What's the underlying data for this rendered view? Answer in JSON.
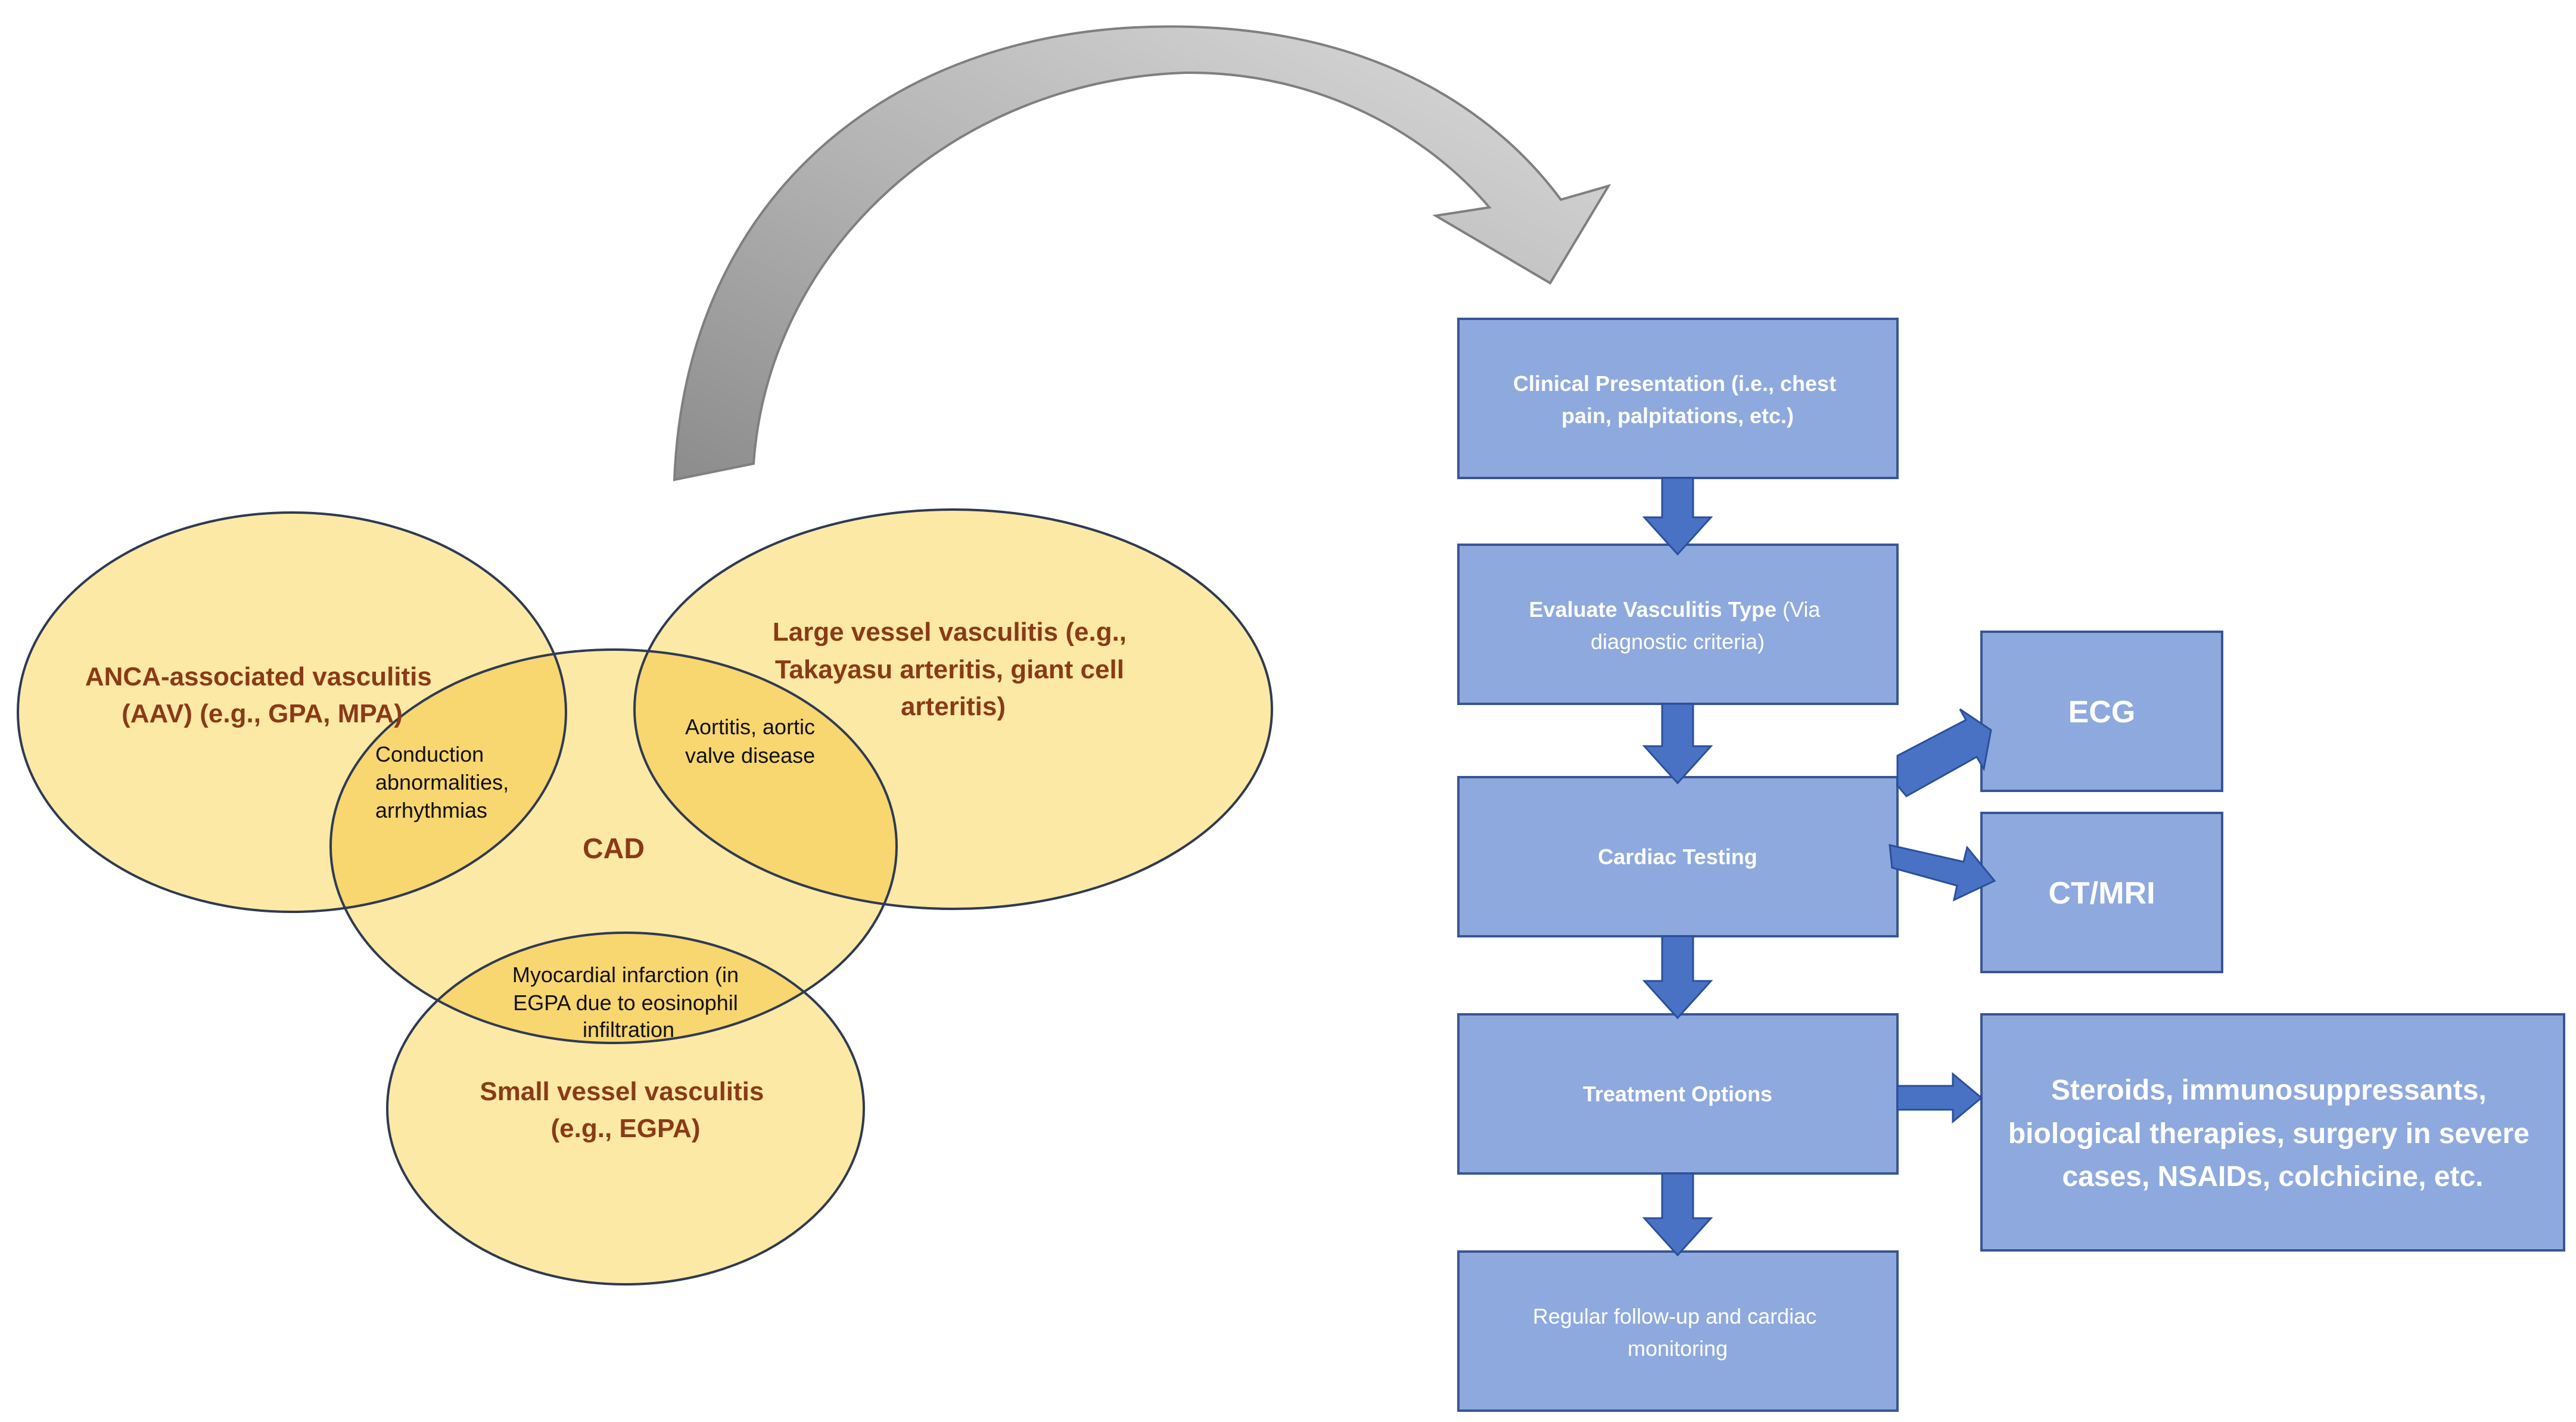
{
  "colors": {
    "ellipse_fill": "#fce9a6",
    "ellipse_overlap": "#f8d670",
    "ellipse_stroke": "#2f3a52",
    "ellipse_text": "#8a3a17",
    "box_fill": "#8ea9dd",
    "box_stroke": "#3a5594",
    "arrow_fill": "#4a72c4",
    "arrow_stroke": "#2a4f9c",
    "curved_arrow_light": "#d9d9d9",
    "curved_arrow_dark": "#8c8c8c"
  },
  "venn": {
    "anca": [
      "ANCA-associated vasculitis",
      "(AAV) (e.g., GPA, MPA)"
    ],
    "large": [
      "Large vessel vasculitis (e.g.,",
      "Takayasu arteritis, giant cell",
      "arteritis)"
    ],
    "cad": "CAD",
    "small": [
      "Small vessel vasculitis",
      "(e.g., EGPA)"
    ],
    "overlap_conduction": [
      "Conduction",
      "abnormalities,",
      "arrhythmias"
    ],
    "overlap_aortitis": [
      "Aortitis, aortic",
      "valve disease"
    ],
    "overlap_mi": [
      "Myocardial infarction (in",
      "EGPA due to eosinophil",
      "infiltration"
    ]
  },
  "flow": {
    "clinical": [
      "Clinical Presentation (i.e., chest",
      "pain, palpitations, etc.)"
    ],
    "evaluate_bold": "Evaluate Vasculitis Type",
    "evaluate_rest": " (Via",
    "evaluate_line2": "diagnostic criteria)",
    "cardiac": "Cardiac Testing",
    "treatment": "Treatment Options",
    "followup": [
      "Regular follow-up and cardiac",
      "monitoring"
    ],
    "ecg": "ECG",
    "ctmri": "CT/MRI",
    "therapies": [
      "Steroids, immunosuppressants,",
      "biological therapies, surgery in severe",
      "cases, NSAIDs, colchicine, etc."
    ]
  }
}
